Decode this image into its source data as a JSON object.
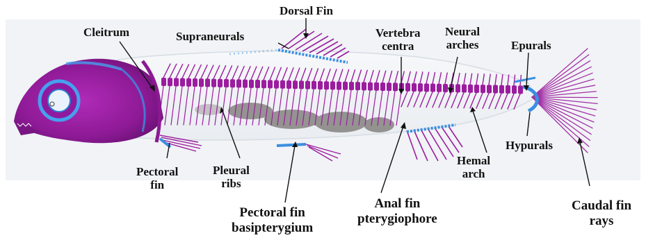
{
  "colors": {
    "bone_stain": "#9b1c9e",
    "cartilage_stain": "#3a8fe0",
    "background": "#ffffff",
    "photo_backdrop": "#eef1f4",
    "gut": "#7d7b78",
    "leader_line": "#111111"
  },
  "labels": {
    "dorsal_fin": "Dorsal Fin",
    "cleitrum": "Cleitrum",
    "supraneurals": "Supraneurals",
    "vertebra_centra_1": "Vertebra",
    "vertebra_centra_2": "centra",
    "neural_arches_1": "Neural",
    "neural_arches_2": "arches",
    "epurals": "Epurals",
    "pectoral_fin_1": "Pectoral",
    "pectoral_fin_2": "fin",
    "pleural_ribs_1": "Pleural",
    "pleural_ribs_2": "ribs",
    "pectoral_fin_basipterygium_1": "Pectoral fin",
    "pectoral_fin_basipterygium_2": "basipterygium",
    "anal_fin_pterygiophore_1": "Anal fin",
    "anal_fin_pterygiophore_2": "pterygiophore",
    "hemal_arch_1": "Hemal",
    "hemal_arch_2": "arch",
    "hypurals": "Hypurals",
    "caudal_fin_rays_1": "Caudal fin",
    "caudal_fin_rays_2": "rays"
  }
}
